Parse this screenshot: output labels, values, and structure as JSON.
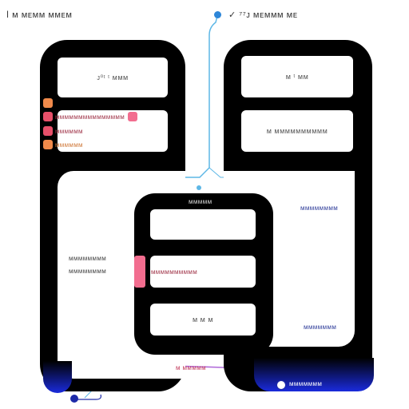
{
  "top_left_title": "ⅼ ᴍ ᴍᴇᴍᴍ ᴍᴍᴇᴍ",
  "top_right_title": "✓ ⁷⁷ᴊ ᴍᴇᴍᴍᴍ ᴍᴇ",
  "left_panel": {
    "card_top": "ᴊ⁰ᵗ ᵗ ᴍᴍᴍ",
    "row1": "ᴍᴍᴍᴍᴍᴍᴍᴍᴍᴍᴍᴍᴍᴍᴍ",
    "row2": "ᴍᴍᴍᴍᴍᴍ"
  },
  "right_panel": {
    "card_top": "ᴍ ᵗ ᴍᴍ",
    "card_bottom": "ᴍ ᴍᴍᴍᴍᴍᴍᴍᴍᴍᴍ"
  },
  "center_panel": {
    "label": "ᴍᴍᴍᴍᴍ",
    "card_mid": "ᴍᴍᴍᴍᴍᴍᴍᴍᴍᴍ",
    "card_bottom": "ᴍ ᴍ ᴍ"
  },
  "notes": {
    "left_side_1": "ᴍᴍᴍᴍᴍᴍᴍᴍ",
    "left_side_2": "ᴍᴍᴍᴍᴍᴍᴍᴍ",
    "right_side_1": "ᴍᴍᴍᴍᴍᴍᴍᴍ",
    "right_side_2": "ᴍᴍᴍᴍᴍᴍᴍ",
    "bottom_center": "ᴍ ᴍᴍᴍᴍᴍ",
    "bottom_right": "ᴍᴍᴍᴍᴍᴍᴍ"
  },
  "colors": {
    "panel": "#000000",
    "wire_light_blue": "#5db7e6",
    "wire_dark_blue": "#1d2aa8",
    "accent_red": "#e8506a",
    "accent_orange": "#f08a4b",
    "accent_purple": "#b06ad9"
  }
}
